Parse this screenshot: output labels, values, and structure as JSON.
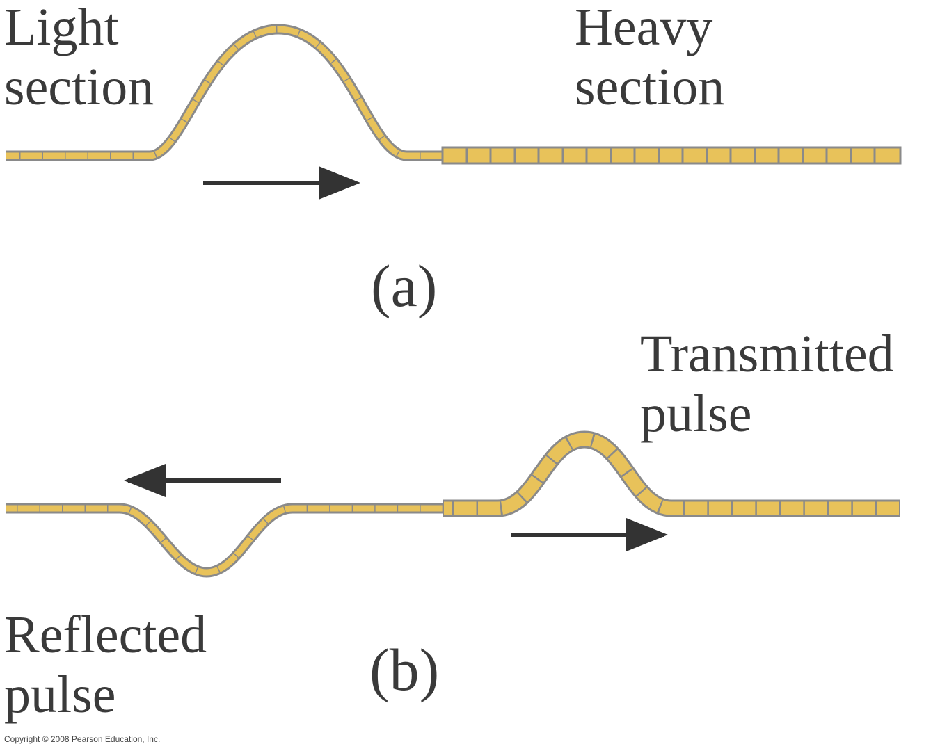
{
  "panel_a": {
    "label_light_1": "Light",
    "label_light_2": "section",
    "label_heavy_1": "Heavy",
    "label_heavy_2": "section",
    "caption": "(a)"
  },
  "panel_b": {
    "label_transmitted_1": "Transmitted",
    "label_transmitted_2": "pulse",
    "label_reflected_1": "Reflected",
    "label_reflected_2": "pulse",
    "caption": "(b)"
  },
  "copyright": "Copyright © 2008 Pearson Education, Inc.",
  "colors": {
    "rope_fill": "#e8c25a",
    "rope_outline": "#8a8a8a",
    "arrow": "#333333",
    "text": "#3a3a3a"
  }
}
